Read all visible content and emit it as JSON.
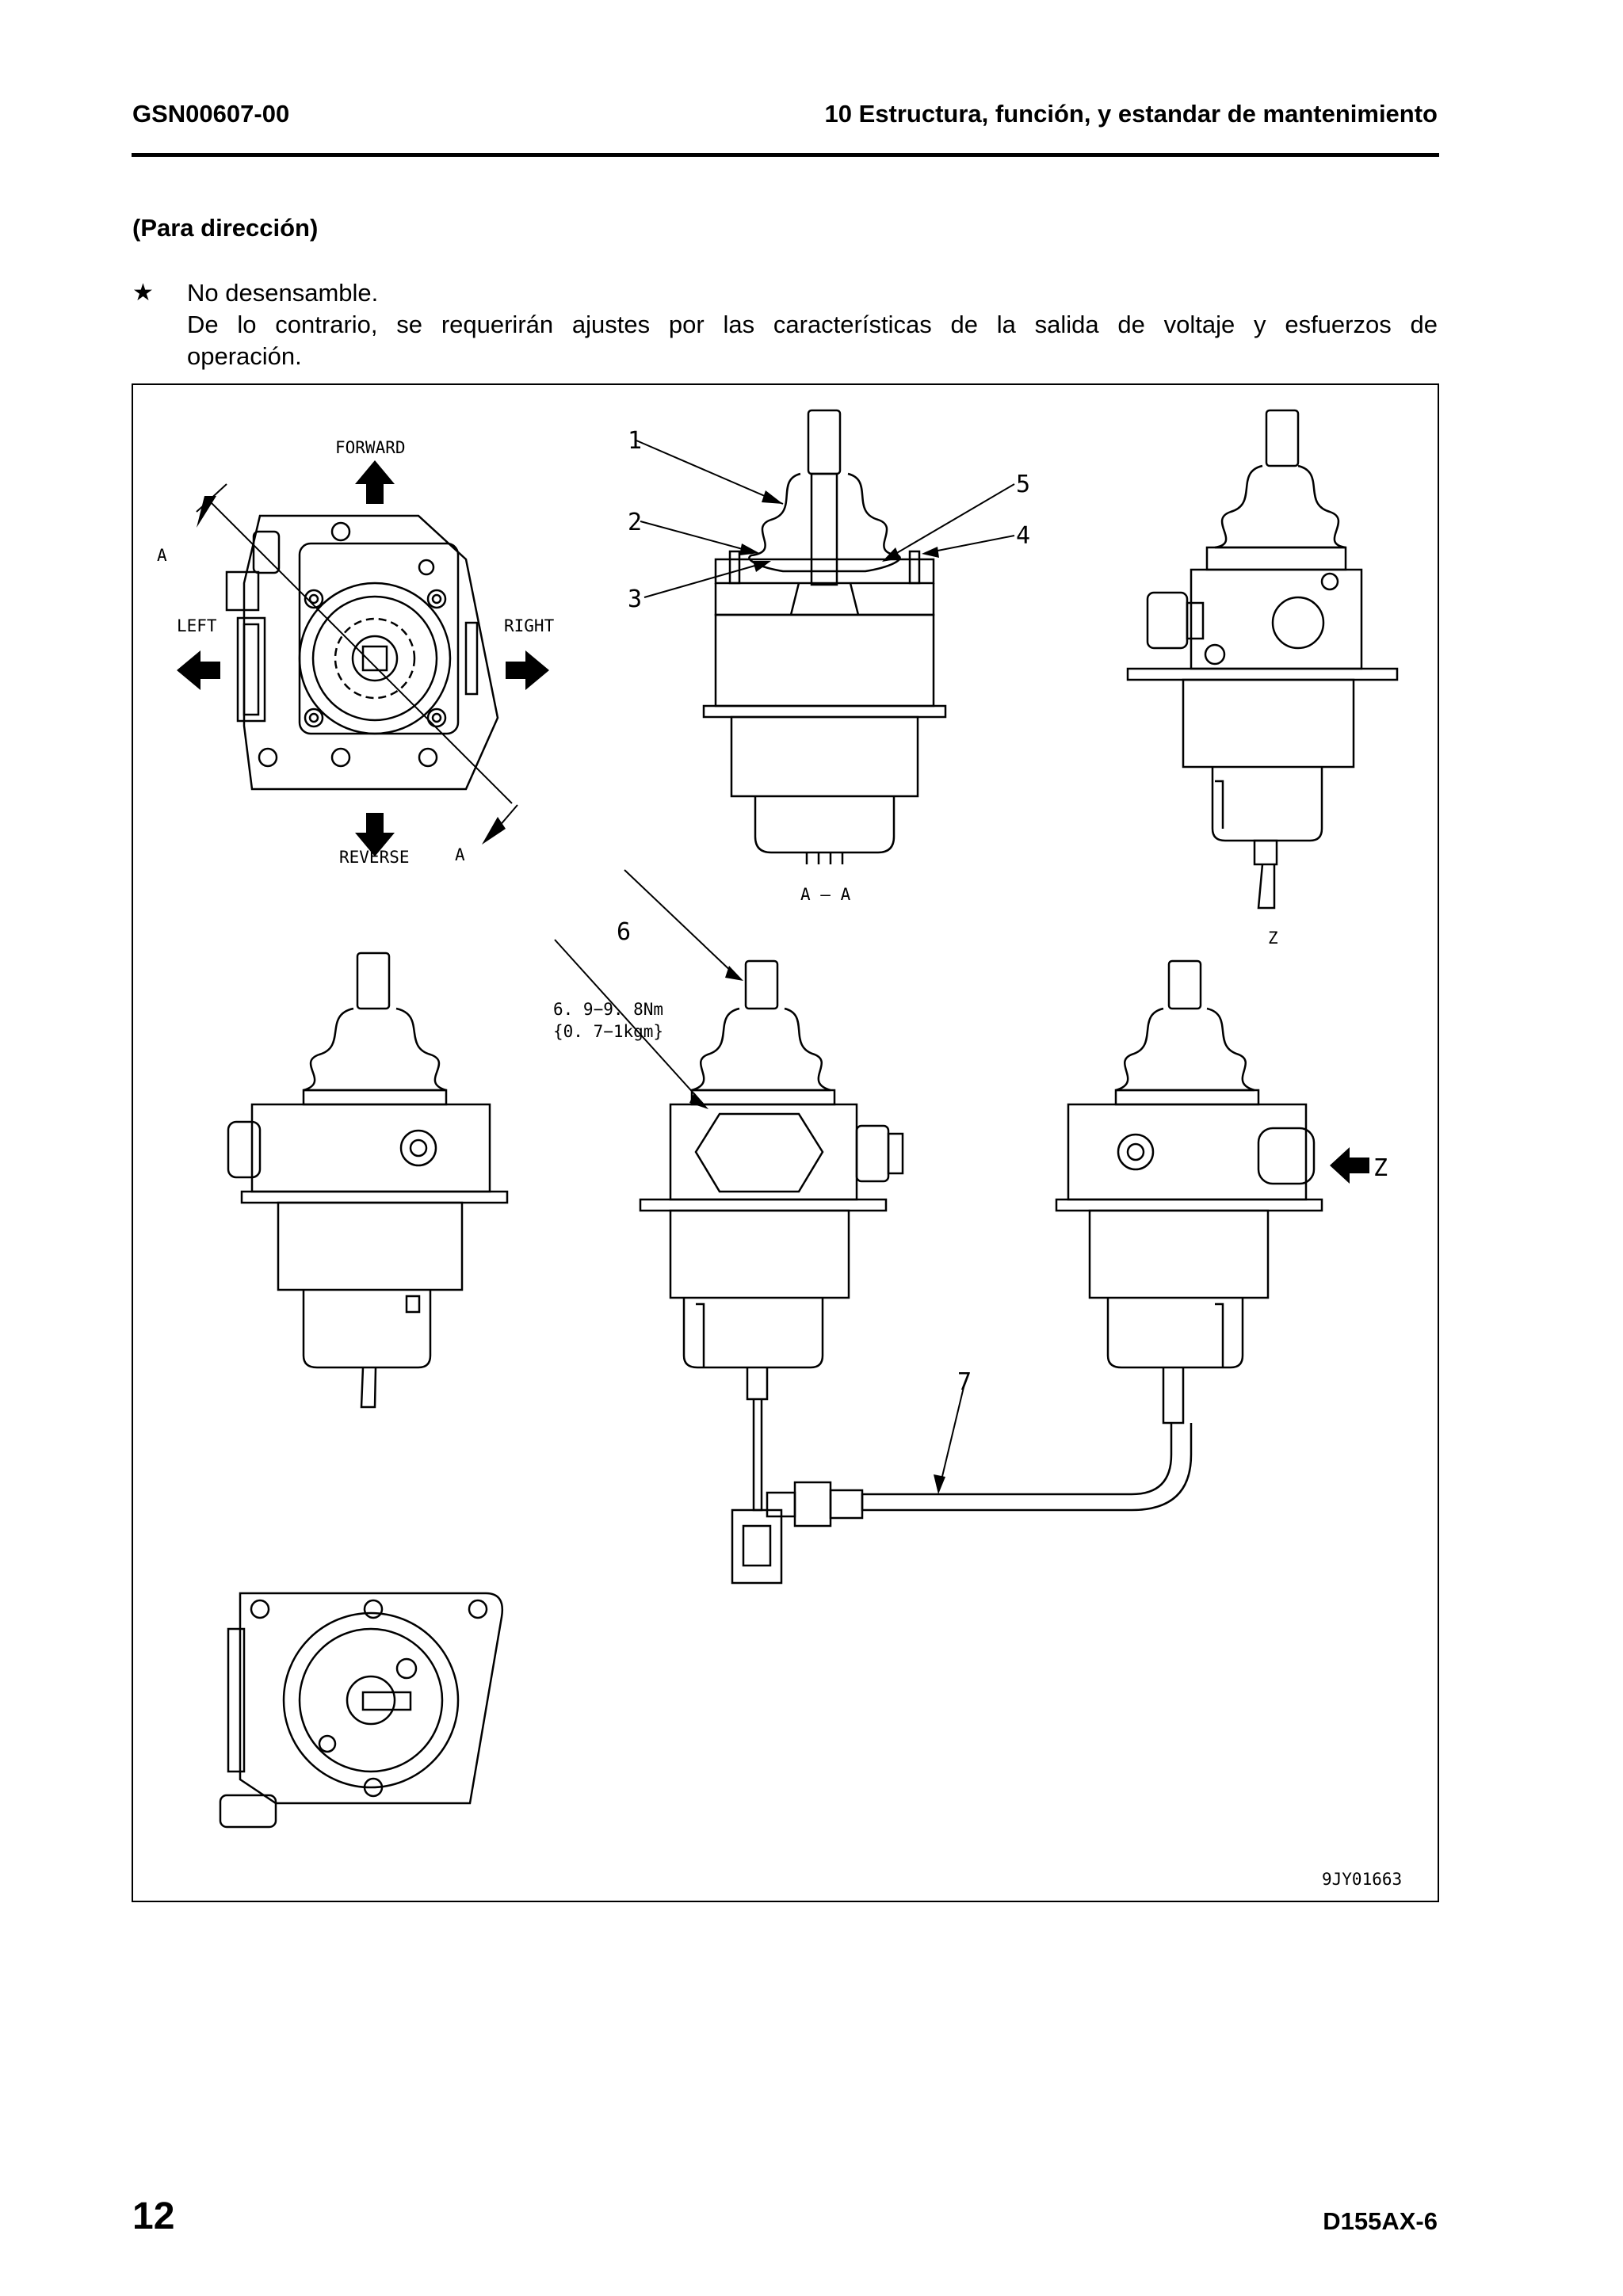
{
  "header": {
    "doc_code": "GSN00607-00",
    "chapter_title": "10 Estructura, función, y estandar de mantenimiento"
  },
  "section_title": "(Para dirección)",
  "note": {
    "star": "★",
    "line1": "No desensamble.",
    "line2": "De lo contrario, se requerirán ajustes por las características de la salida de voltaje y esfuerzos de",
    "line3": "operación."
  },
  "figure": {
    "direction_labels": {
      "forward": "FORWARD",
      "left": "LEFT",
      "right": "RIGHT",
      "reverse": "REVERSE"
    },
    "section_marker": "A",
    "section_view_label": "A — A",
    "view_z_label": "Z",
    "view_z_arrow_label": "Z",
    "callouts": [
      "1",
      "2",
      "3",
      "4",
      "5",
      "6",
      "7"
    ],
    "torque_line1": "6. 9−9. 8Nm",
    "torque_line2": "{0. 7−1kgm}",
    "figure_id": "9JY01663"
  },
  "footer": {
    "page_number": "12",
    "model": "D155AX-6"
  }
}
